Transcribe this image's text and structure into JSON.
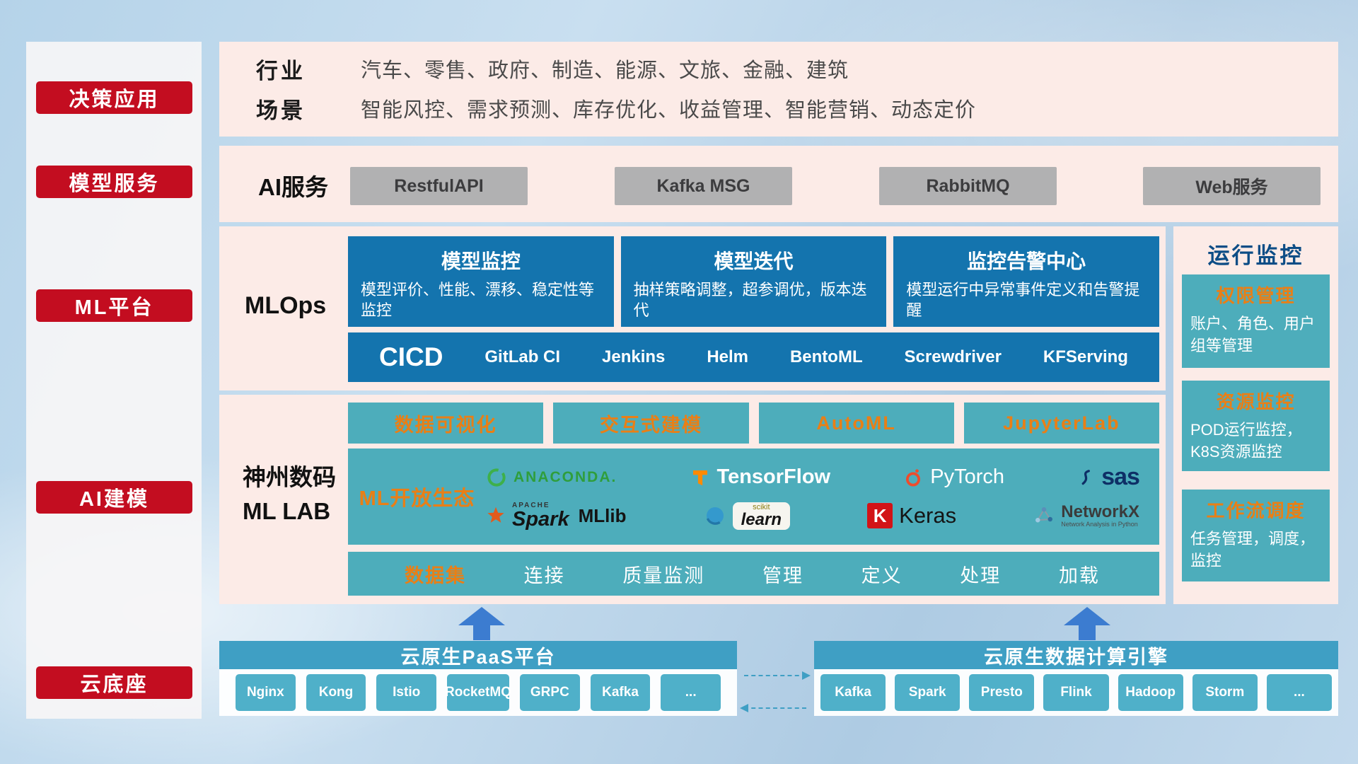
{
  "colors": {
    "accent_red": "#c30d20",
    "panel_pink": "#fcebe7",
    "card_blue": "#1474ae",
    "card_teal": "#4dadbb",
    "accent_orange": "#e97f16",
    "bottom_bar_teal": "#3f9fc4",
    "chip_teal": "#4fb0c9",
    "arrow_blue": "#3c7cd0",
    "title_navy": "#0d4d86",
    "gray_button": "#b1b1b2"
  },
  "sidebar": {
    "items": [
      {
        "label": "决策应用"
      },
      {
        "label": "模型服务"
      },
      {
        "label": "ML平台"
      },
      {
        "label": "AI建模"
      },
      {
        "label": "云底座"
      }
    ]
  },
  "decision_panel": {
    "rows": [
      {
        "label": "行业",
        "content": "汽车、零售、政府、制造、能源、文旅、金融、建筑"
      },
      {
        "label": "场景",
        "content": "智能风控、需求预测、库存优化、收益管理、智能营销、动态定价"
      }
    ]
  },
  "ai_service_panel": {
    "label": "AI服务",
    "services": [
      "RestfulAPI",
      "Kafka MSG",
      "RabbitMQ",
      "Web服务"
    ]
  },
  "mlops_panel": {
    "label": "MLOps",
    "cards": [
      {
        "title": "模型监控",
        "desc": "模型评价、性能、漂移、稳定性等监控"
      },
      {
        "title": "模型迭代",
        "desc": "抽样策略调整，超参调优，版本迭代"
      },
      {
        "title": "监控告警中心",
        "desc": "模型运行中异常事件定义和告警提醒"
      }
    ],
    "cicd": {
      "label": "CICD",
      "tools": [
        "GitLab CI",
        "Jenkins",
        "Helm",
        "BentoML",
        "Screwdriver",
        "KFServing"
      ]
    }
  },
  "mllab_panel": {
    "label_line1": "神州数码",
    "label_line2": "ML LAB",
    "tools": [
      "数据可视化",
      "交互式建模",
      "AutoML",
      "JupyterLab"
    ],
    "ecosystem": {
      "label": "ML开放生态",
      "logos": {
        "anaconda": {
          "text": "ANACONDA."
        },
        "tensorflow": {
          "text": "TensorFlow"
        },
        "pytorch": {
          "text": "PyTorch"
        },
        "sas": {
          "text": "sas"
        },
        "spark": {
          "super": "APACHE",
          "text": "Spark",
          "suffix": "MLlib"
        },
        "scikit_learn": {
          "super": "scikit",
          "text": "learn"
        },
        "keras": {
          "badge": "K",
          "text": "Keras"
        },
        "networkx": {
          "text": "NetworkX",
          "sub": "Network Analysis in Python"
        }
      }
    },
    "dataset": {
      "label": "数据集",
      "items": [
        "连接",
        "质量监测",
        "管理",
        "定义",
        "处理",
        "加载"
      ]
    }
  },
  "monitor_panel": {
    "title": "运行监控",
    "cards": [
      {
        "title": "权限管理",
        "desc": "账户、角色、用户组等管理"
      },
      {
        "title": "资源监控",
        "desc": "POD运行监控，K8S资源监控"
      },
      {
        "title": "工作流调度",
        "desc": "任务管理，调度，监控"
      }
    ]
  },
  "bottom": {
    "paas": {
      "title": "云原生PaaS平台",
      "items": [
        "Nginx",
        "Kong",
        "Istio",
        "RocketMQ",
        "GRPC",
        "Kafka",
        "..."
      ]
    },
    "engine": {
      "title": "云原生数据计算引擎",
      "items": [
        "Kafka",
        "Spark",
        "Presto",
        "Flink",
        "Hadoop",
        "Storm",
        "..."
      ]
    }
  }
}
